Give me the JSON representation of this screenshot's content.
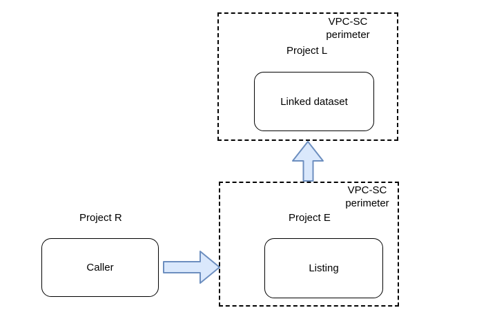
{
  "colors": {
    "background": "#ffffff",
    "border": "#000000",
    "arrow_fill": "#dae8fc",
    "arrow_stroke": "#6c8ebf"
  },
  "top_perimeter": {
    "perimeter_line1": "VPC-SC",
    "perimeter_line2": "perimeter",
    "project_label": "Project L",
    "node_label": "Linked dataset"
  },
  "bottom_perimeter": {
    "perimeter_line1": "VPC-SC",
    "perimeter_line2": "perimeter",
    "project_label": "Project E",
    "node_label": "Listing"
  },
  "external_project": {
    "project_label": "Project R",
    "node_label": "Caller"
  }
}
